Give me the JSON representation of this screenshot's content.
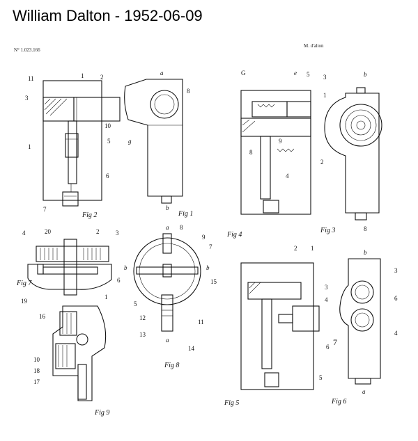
{
  "header": {
    "title": "William Dalton - 1952-06-09",
    "patent_number": "N° 1.023.166",
    "applicant": "M. d'alton"
  },
  "figures": [
    {
      "id": "fig1",
      "label": "Fig 1",
      "refs": [
        "a",
        "b",
        "8",
        "g"
      ]
    },
    {
      "id": "fig2",
      "label": "Fig 2",
      "refs": [
        "11",
        "1",
        "2",
        "3",
        "10",
        "5",
        "1",
        "6",
        "7"
      ]
    },
    {
      "id": "fig3",
      "label": "Fig 3",
      "refs": [
        "b",
        "8"
      ]
    },
    {
      "id": "fig4",
      "label": "Fig 4",
      "refs": [
        "G",
        "e",
        "5",
        "3",
        "1",
        "8",
        "9",
        "2",
        "4"
      ]
    },
    {
      "id": "fig5",
      "label": "Fig 5",
      "refs": [
        "2",
        "1",
        "3",
        "4",
        "6"
      ]
    },
    {
      "id": "fig6",
      "label": "Fig 6",
      "refs": [
        "b",
        "3",
        "6",
        "4",
        "7",
        "5",
        "a"
      ]
    },
    {
      "id": "fig7",
      "label": "Fig 7",
      "refs": [
        "4",
        "20",
        "2",
        "3",
        "1",
        "19"
      ]
    },
    {
      "id": "fig8",
      "label": "Fig 8",
      "refs": [
        "a",
        "8",
        "9",
        "7",
        "b",
        "b",
        "6",
        "5",
        "15",
        "12",
        "11",
        "13",
        "a",
        "14"
      ]
    },
    {
      "id": "fig9",
      "label": "Fig 9",
      "refs": [
        "16",
        "10",
        "18",
        "17"
      ]
    }
  ]
}
